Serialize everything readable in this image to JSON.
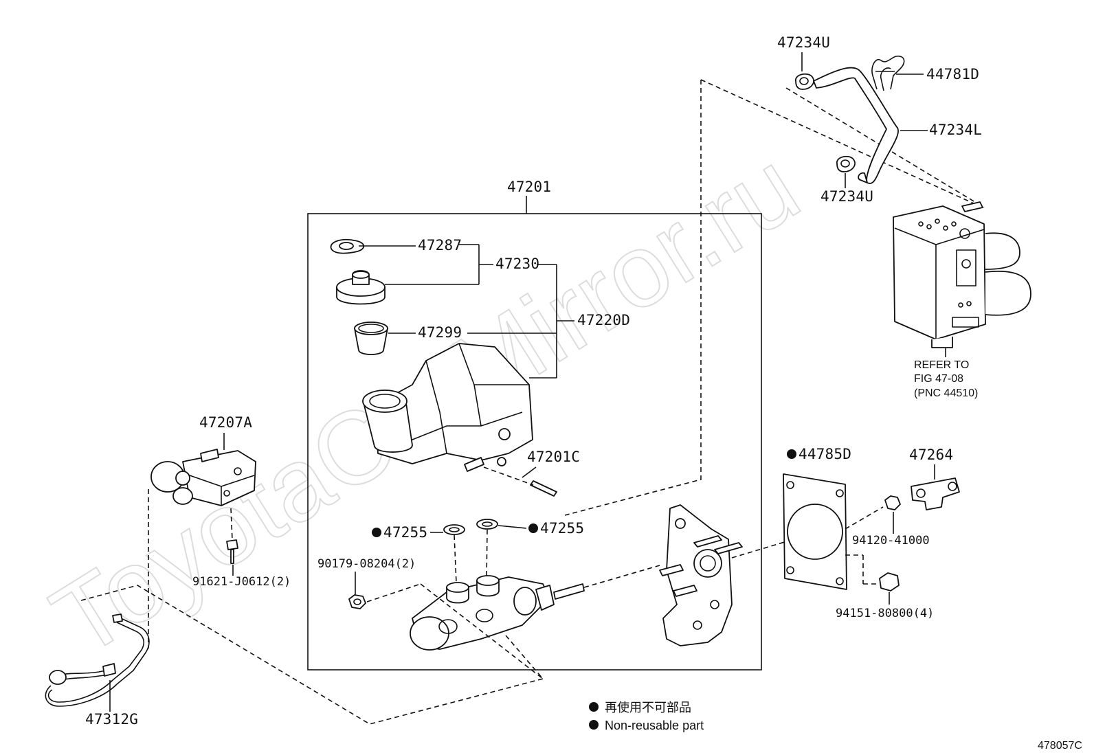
{
  "watermark": "ToyotaCarMirror.ru",
  "figure_id": "478057C",
  "legend": {
    "item_jp": "再使用不可部品",
    "item_en": "Non-reusable part"
  },
  "labels": {
    "p47201": "47201",
    "p47287": "47287",
    "p47230": "47230",
    "p47299": "47299",
    "p47220D": "47220D",
    "p47201C": "47201C",
    "p47255_left": "47255",
    "p47255_right": "47255",
    "p90179": "90179-08204(2)",
    "p47207A": "47207A",
    "p91621": "91621-J0612(2)",
    "p47312G": "47312G",
    "p47234U_top": "47234U",
    "p44781D": "44781D",
    "p47234L": "47234L",
    "p47234U_bottom": "47234U",
    "refer_line1": "REFER TO",
    "refer_line2": "FIG 47-08",
    "refer_line3": "(PNC 44510)",
    "p44785D": "44785D",
    "p47264": "47264",
    "p94120": "94120-41000",
    "p94151": "94151-80800(4)"
  },
  "colors": {
    "ink": "#111111",
    "watermark": "#dcdcdc",
    "background": "#ffffff"
  }
}
